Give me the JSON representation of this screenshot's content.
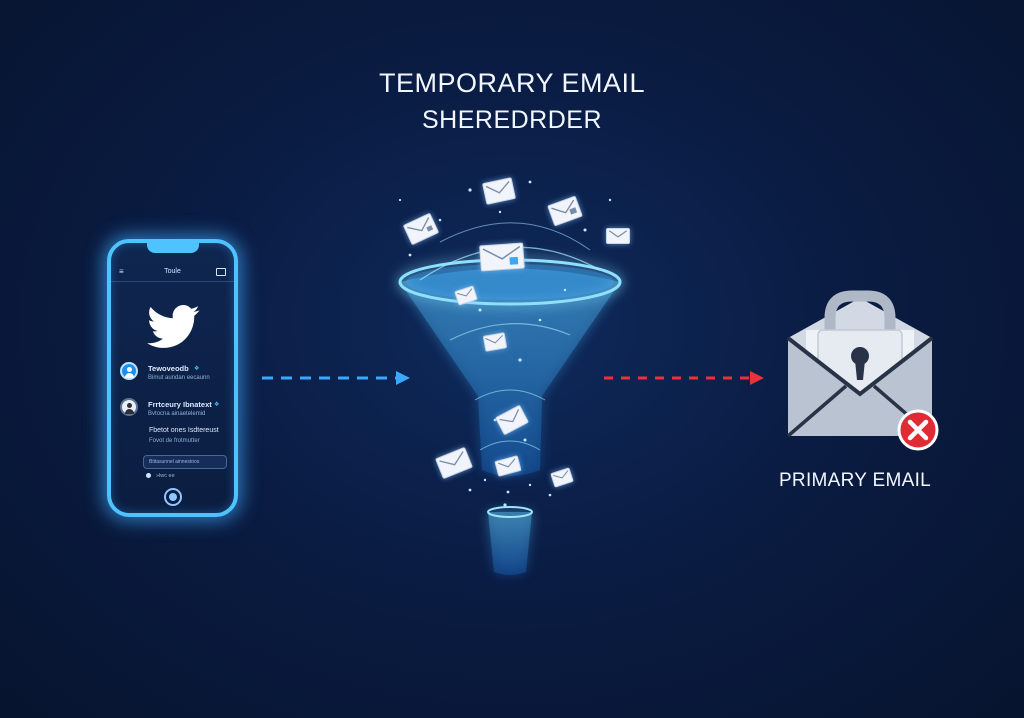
{
  "title": {
    "line1": "TEMPORARY EMAIL",
    "line2": "SHEREDRDER"
  },
  "phone": {
    "app_title": "Toule",
    "menu_icon": "hamburger-menu-icon",
    "corner_icon": "external-link-icon",
    "logo_icon": "twitter-bird-icon",
    "feed": [
      {
        "name": "Tewoveodb",
        "handle": "Bimut aundan eecaunn",
        "avatar": "user-avatar-blue"
      },
      {
        "name": "Frrtceury Ibnatext",
        "handle": "Bvtocna ainaetelemid",
        "avatar": "user-avatar-portrait"
      }
    ],
    "tweet_text": "Fbetot ones Isdtereust",
    "tweet_sub": "Fovot de frotmutter",
    "compose_placeholder": "Btitasunnel ainnestoos",
    "compose_meta": "»lwc  ee"
  },
  "funnel": {
    "envelope_icons": [
      "envelope-icon",
      "locked-envelope-icon"
    ],
    "bin_icon": "trash-bin-icon"
  },
  "primary_email": {
    "label": "PRIMARY EMAIL",
    "icon": "locked-envelope-icon",
    "status_icon": "blocked-x-icon"
  },
  "colors": {
    "background": "#0a1c43",
    "glow": "#4fc3ff",
    "flow_arrow": "#3aa8ff",
    "blocked_arrow": "#e8323c",
    "blocked_badge": "#e02a35"
  }
}
